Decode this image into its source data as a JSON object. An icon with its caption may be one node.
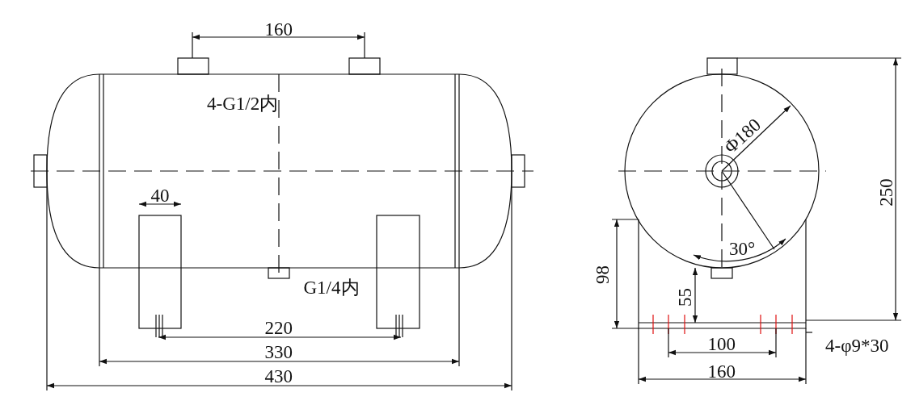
{
  "diagram": {
    "labels": [
      "160",
      "4-G1/2内",
      "40",
      "Φ180",
      "250",
      "30°",
      "98",
      "55",
      "G1/4内",
      "220",
      "100",
      "4-φ9*30",
      "330",
      "160",
      "430"
    ]
  }
}
